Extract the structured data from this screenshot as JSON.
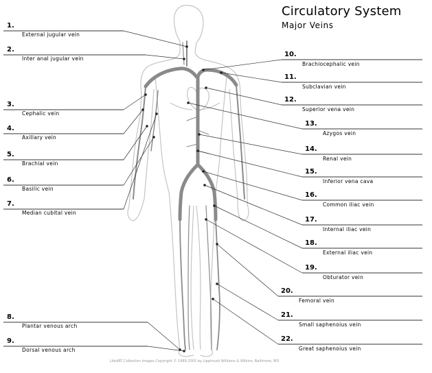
{
  "title": "Circulatory System",
  "subtitle": "Major Veins",
  "copyright": "LifeART Collection Images Copyright © 1989-2001 by Lippincott Williams & Wilkins, Baltimore, MD",
  "labels_left": [
    {
      "num": "1.",
      "name": "External jugular vein"
    },
    {
      "num": "2.",
      "name": "Inter anal jugular vein"
    },
    {
      "num": "3.",
      "name": "Cephalic vein"
    },
    {
      "num": "4.",
      "name": "Axillary vein"
    },
    {
      "num": "5.",
      "name": "Brachial vein"
    },
    {
      "num": "6.",
      "name": "Basilic vein"
    },
    {
      "num": "7.",
      "name": "Median cubital vein"
    },
    {
      "num": "8.",
      "name": "Plantar venous arch"
    },
    {
      "num": "9.",
      "name": "Dorsal venous arch"
    }
  ],
  "labels_right": [
    {
      "num": "10.",
      "name": "Brachiocephalic vein"
    },
    {
      "num": "11.",
      "name": "Subclavian vein"
    },
    {
      "num": "12.",
      "name": "Superior vena vein"
    },
    {
      "num": "13.",
      "name": "Azygos vein"
    },
    {
      "num": "14.",
      "name": "Renal vein"
    },
    {
      "num": "15.",
      "name": "Inferior vena cava"
    },
    {
      "num": "16.",
      "name": "Common iliac vein"
    },
    {
      "num": "17.",
      "name": "Internal iliac vein"
    },
    {
      "num": "18.",
      "name": "External iliac vein"
    },
    {
      "num": "19.",
      "name": "Obturator vein"
    },
    {
      "num": "20.",
      "name": "Femoral vein"
    },
    {
      "num": "21.",
      "name": "Small saphenoius vein"
    },
    {
      "num": "22.",
      "name": "Great saphenoius vein"
    }
  ],
  "colors": {
    "vein": "#8a8a8a",
    "outline": "#c4c4c4",
    "leader": "#333333"
  }
}
